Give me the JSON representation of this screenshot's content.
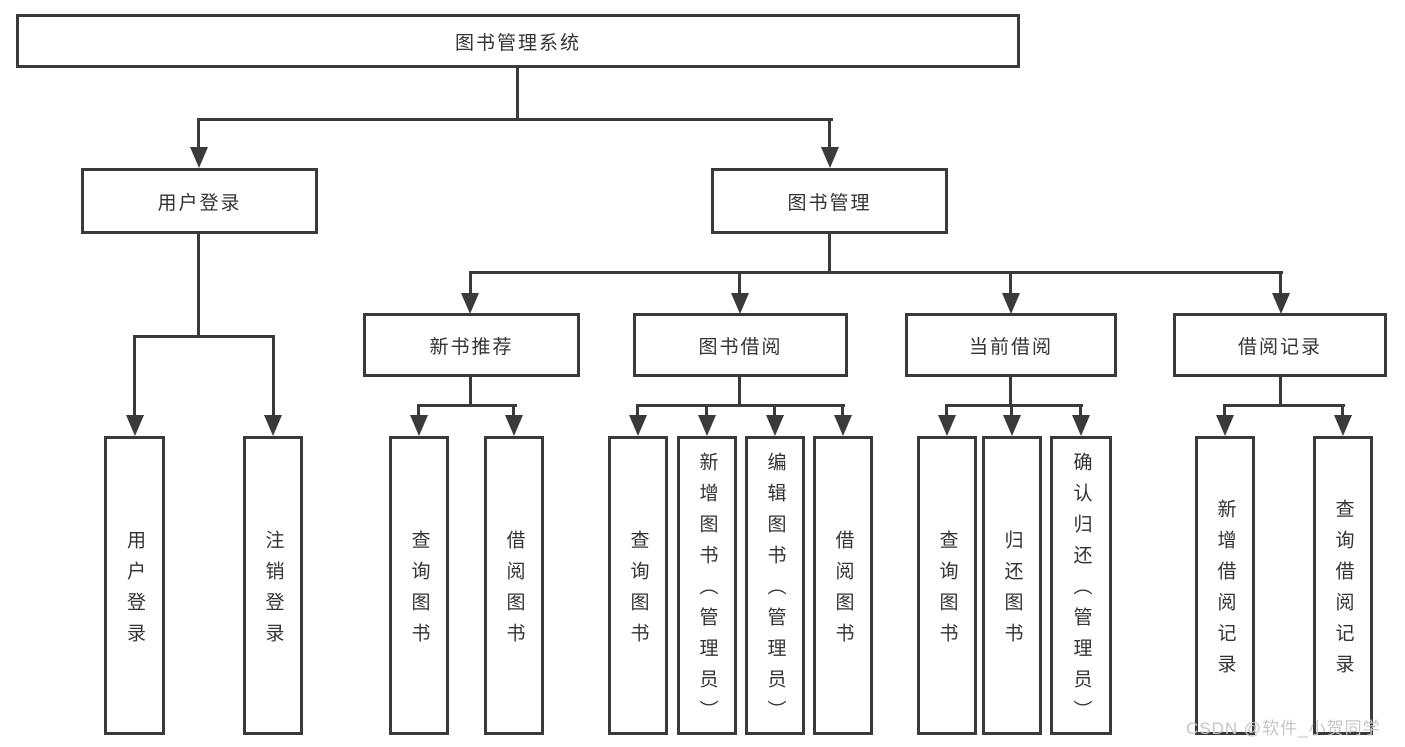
{
  "diagram": {
    "root": {
      "label": "图书管理系统"
    },
    "level2": [
      {
        "label": "用户登录"
      },
      {
        "label": "图书管理"
      }
    ],
    "level3": [
      {
        "label": "新书推荐"
      },
      {
        "label": "图书借阅"
      },
      {
        "label": "当前借阅"
      },
      {
        "label": "借阅记录"
      }
    ],
    "leaves": {
      "user_login": [
        {
          "label": "用户登录"
        },
        {
          "label": "注销登录"
        }
      ],
      "new_book_recommend": [
        {
          "label": "查询图书"
        },
        {
          "label": "借阅图书"
        }
      ],
      "book_borrowing": [
        {
          "label": "查询图书"
        },
        {
          "label": "新增图书（管理员）"
        },
        {
          "label": "编辑图书（管理员）"
        },
        {
          "label": "借阅图书"
        }
      ],
      "current_borrowing": [
        {
          "label": "查询图书"
        },
        {
          "label": "归还图书"
        },
        {
          "label": "确认归还（管理员）"
        }
      ],
      "borrowing_records": [
        {
          "label": "新增借阅记录"
        },
        {
          "label": "查询借阅记录"
        }
      ]
    },
    "colors": {
      "line": "#3a3a3a",
      "text": "#333333",
      "background": "#ffffff",
      "watermark": "#c6c6c6"
    }
  },
  "watermark": {
    "text": "CSDN @软件_小贺同学"
  }
}
